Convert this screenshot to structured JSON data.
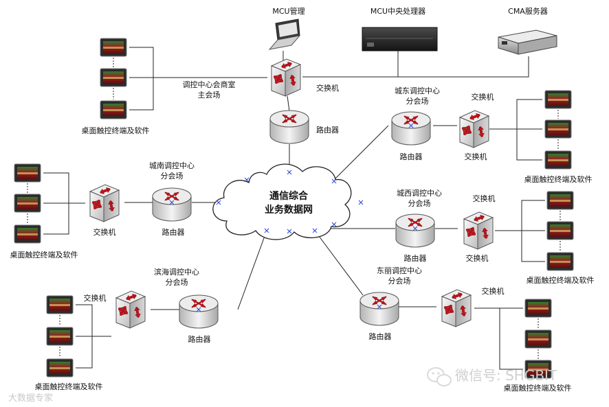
{
  "cloud": {
    "line1": "通信综合",
    "line2": "业务数据网"
  },
  "top": {
    "mcu_mgmt": "MCU管理",
    "mcu_processor": "MCU中央处理器",
    "cma_server": "CMA服务器",
    "main_line1": "调控中心会商室",
    "main_line2": "主会场",
    "switch": "交换机",
    "router": "路由器",
    "terminals": "桌面触控终端及软件"
  },
  "east": {
    "line1": "城东调控中心",
    "line2": "分会场",
    "router": "路由器",
    "switch": "交换机",
    "terminals": "桌面触控终端及软件"
  },
  "south": {
    "line1": "城南调控中心",
    "line2": "分会场",
    "router": "路由器",
    "switch": "交换机",
    "terminals": "桌面触控终端及软件"
  },
  "west": {
    "line1": "城西调控中心",
    "line2": "分会场",
    "router": "路由器",
    "switch": "交换机",
    "terminals": "桌面触控终端及软件"
  },
  "binhai": {
    "line1": "滨海调控中心",
    "line2": "分会场",
    "router": "路由器",
    "switch": "交换机",
    "terminals": "桌面触控终端及软件"
  },
  "dongli": {
    "line1": "东丽调控中心",
    "line2": "分会场",
    "router": "路由器",
    "switch": "交换机",
    "terminals": "桌面触控终端及软件"
  },
  "watermarks": {
    "wechat": "微信号: SHGBIT",
    "bottom_left": "大数据专家"
  },
  "colors": {
    "link_marker": "#2a4bd6",
    "arrow": "#c0141c",
    "screen": "#8a1a1a",
    "bezel": "#2b2b2b"
  },
  "icons": [
    "laptop-icon",
    "rack-server-icon",
    "switch-icon",
    "router-icon",
    "monitor-icon",
    "cloud-icon",
    "wechat-icon"
  ]
}
